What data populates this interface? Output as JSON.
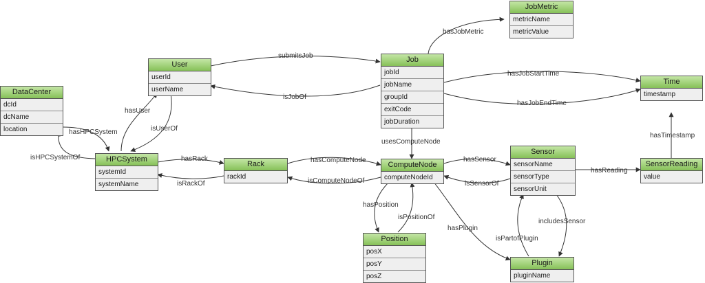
{
  "nodes": [
    {
      "id": "datacenter",
      "title": "DataCenter",
      "attributes": [
        "dcId",
        "dcName",
        "location"
      ]
    },
    {
      "id": "hpcsystem",
      "title": "HPCSystem",
      "attributes": [
        "systemId",
        "systemName"
      ]
    },
    {
      "id": "user",
      "title": "User",
      "attributes": [
        "userId",
        "userName"
      ]
    },
    {
      "id": "rack",
      "title": "Rack",
      "attributes": [
        "rackId"
      ]
    },
    {
      "id": "job",
      "title": "Job",
      "attributes": [
        "jobId",
        "jobName",
        "groupId",
        "exitCode",
        "jobDuration"
      ]
    },
    {
      "id": "jobmetric",
      "title": "JobMetric",
      "attributes": [
        "metricName",
        "metricValue"
      ]
    },
    {
      "id": "computenode",
      "title": "ComputeNode",
      "attributes": [
        "computeNodeId"
      ]
    },
    {
      "id": "position",
      "title": "Position",
      "attributes": [
        "posX",
        "posY",
        "posZ"
      ]
    },
    {
      "id": "sensor",
      "title": "Sensor",
      "attributes": [
        "sensorName",
        "sensorType",
        "sensorUnit"
      ]
    },
    {
      "id": "plugin",
      "title": "Plugin",
      "attributes": [
        "pluginName"
      ]
    },
    {
      "id": "time",
      "title": "Time",
      "attributes": [
        "timestamp"
      ]
    },
    {
      "id": "sensorreading",
      "title": "SensorReading",
      "attributes": [
        "value"
      ]
    }
  ],
  "edges": [
    {
      "id": "hasjobmetric",
      "label": "hasJobMetric"
    },
    {
      "id": "submitsjob",
      "label": "submitsJob"
    },
    {
      "id": "isjobof",
      "label": "isJobOf"
    },
    {
      "id": "hasjobstarttime",
      "label": "hasJobStartTime"
    },
    {
      "id": "hasjobendtime",
      "label": "hasJobEndTime"
    },
    {
      "id": "hashpcsystem",
      "label": "hasHPCSystem"
    },
    {
      "id": "ishpcsystemof",
      "label": "isHPCSystemOf"
    },
    {
      "id": "hasuser",
      "label": "hasUser"
    },
    {
      "id": "isuserof",
      "label": "isUserOf"
    },
    {
      "id": "hasrack",
      "label": "hasRack"
    },
    {
      "id": "israckof",
      "label": "isRackOf"
    },
    {
      "id": "hascomputenode",
      "label": "hasComputeNode"
    },
    {
      "id": "iscomputenodeof",
      "label": "isComputeNodeOf"
    },
    {
      "id": "usescomputenode",
      "label": "usesComputeNode"
    },
    {
      "id": "hassensor",
      "label": "hasSensor"
    },
    {
      "id": "issensorof",
      "label": "isSensorOf"
    },
    {
      "id": "hasreading",
      "label": "hasReading"
    },
    {
      "id": "hastimestamp",
      "label": "hasTimestamp"
    },
    {
      "id": "hasposition",
      "label": "hasPosition"
    },
    {
      "id": "ispositionof",
      "label": "isPositionOf"
    },
    {
      "id": "hasplugin",
      "label": "hasPlugin"
    },
    {
      "id": "includessensor",
      "label": "includesSensor"
    },
    {
      "id": "ispartofplugin",
      "label": "isPartofPlugin"
    }
  ]
}
